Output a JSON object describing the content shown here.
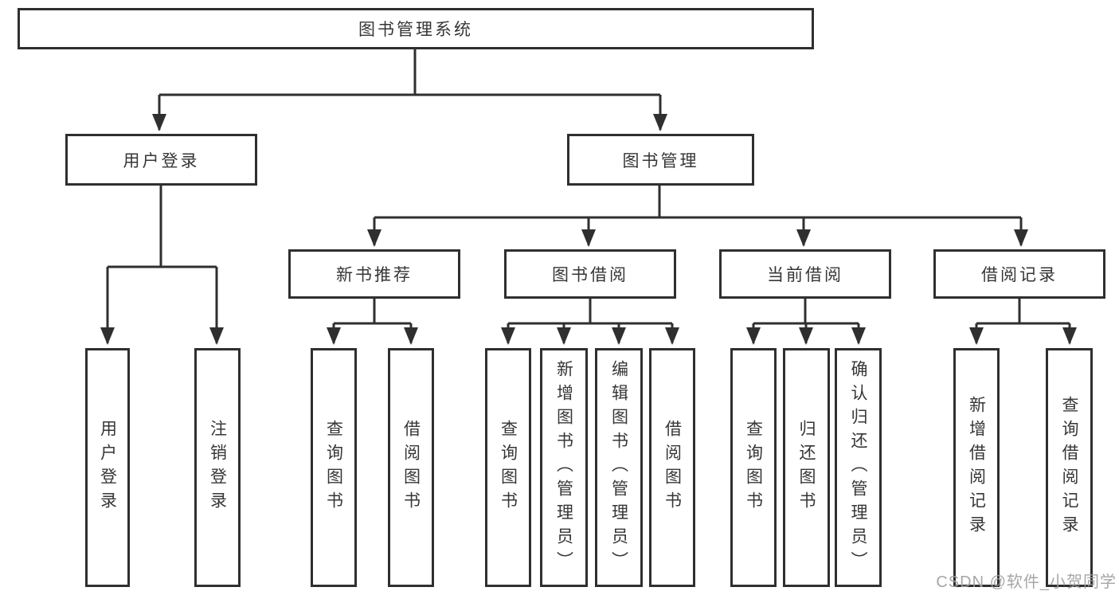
{
  "diagram": {
    "watermark": "CSDN @软件_小贺同学",
    "line_color": "#2f2f2f",
    "tree": {
      "root": {
        "label": "图书管理系统"
      },
      "branches": [
        {
          "label": "用户登录",
          "leaves": [
            {
              "label": "用户登录"
            },
            {
              "label": "注销登录"
            }
          ]
        },
        {
          "label": "图书管理",
          "groups": [
            {
              "label": "新书推荐",
              "leaves": [
                {
                  "label": "查询图书"
                },
                {
                  "label": "借阅图书"
                }
              ]
            },
            {
              "label": "图书借阅",
              "leaves": [
                {
                  "label": "查询图书"
                },
                {
                  "label": "新增图书（管理员）"
                },
                {
                  "label": "编辑图书（管理员）"
                },
                {
                  "label": "借阅图书"
                }
              ]
            },
            {
              "label": "当前借阅",
              "leaves": [
                {
                  "label": "查询图书"
                },
                {
                  "label": "归还图书"
                },
                {
                  "label": "确认归还（管理员）"
                }
              ]
            },
            {
              "label": "借阅记录",
              "leaves": [
                {
                  "label": "新增借阅记录"
                },
                {
                  "label": "查询借阅记录"
                }
              ]
            }
          ]
        }
      ]
    }
  }
}
